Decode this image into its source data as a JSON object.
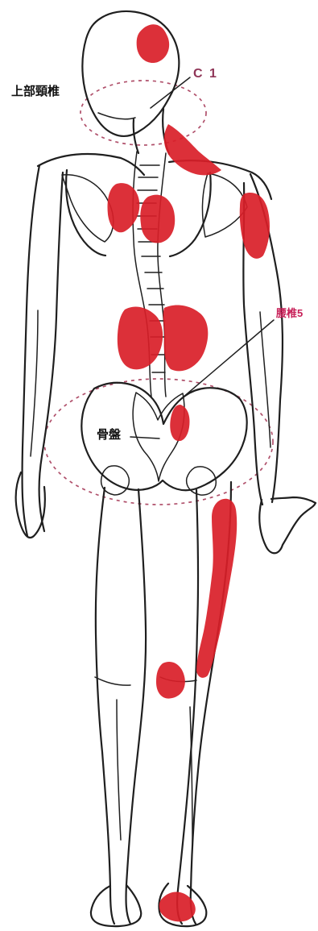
{
  "labels": {
    "upper_cervical": "上部頸椎",
    "c1": "C 1",
    "lumbar": "腰椎5",
    "pelvis": "骨盤"
  },
  "colors": {
    "outline": "#1f1f1f",
    "pain_area": "#d91e28",
    "region_outline": "#b0506b",
    "callout_label": "#8f3557",
    "lumbar_label": "#c71f57",
    "background": "#ffffff"
  }
}
